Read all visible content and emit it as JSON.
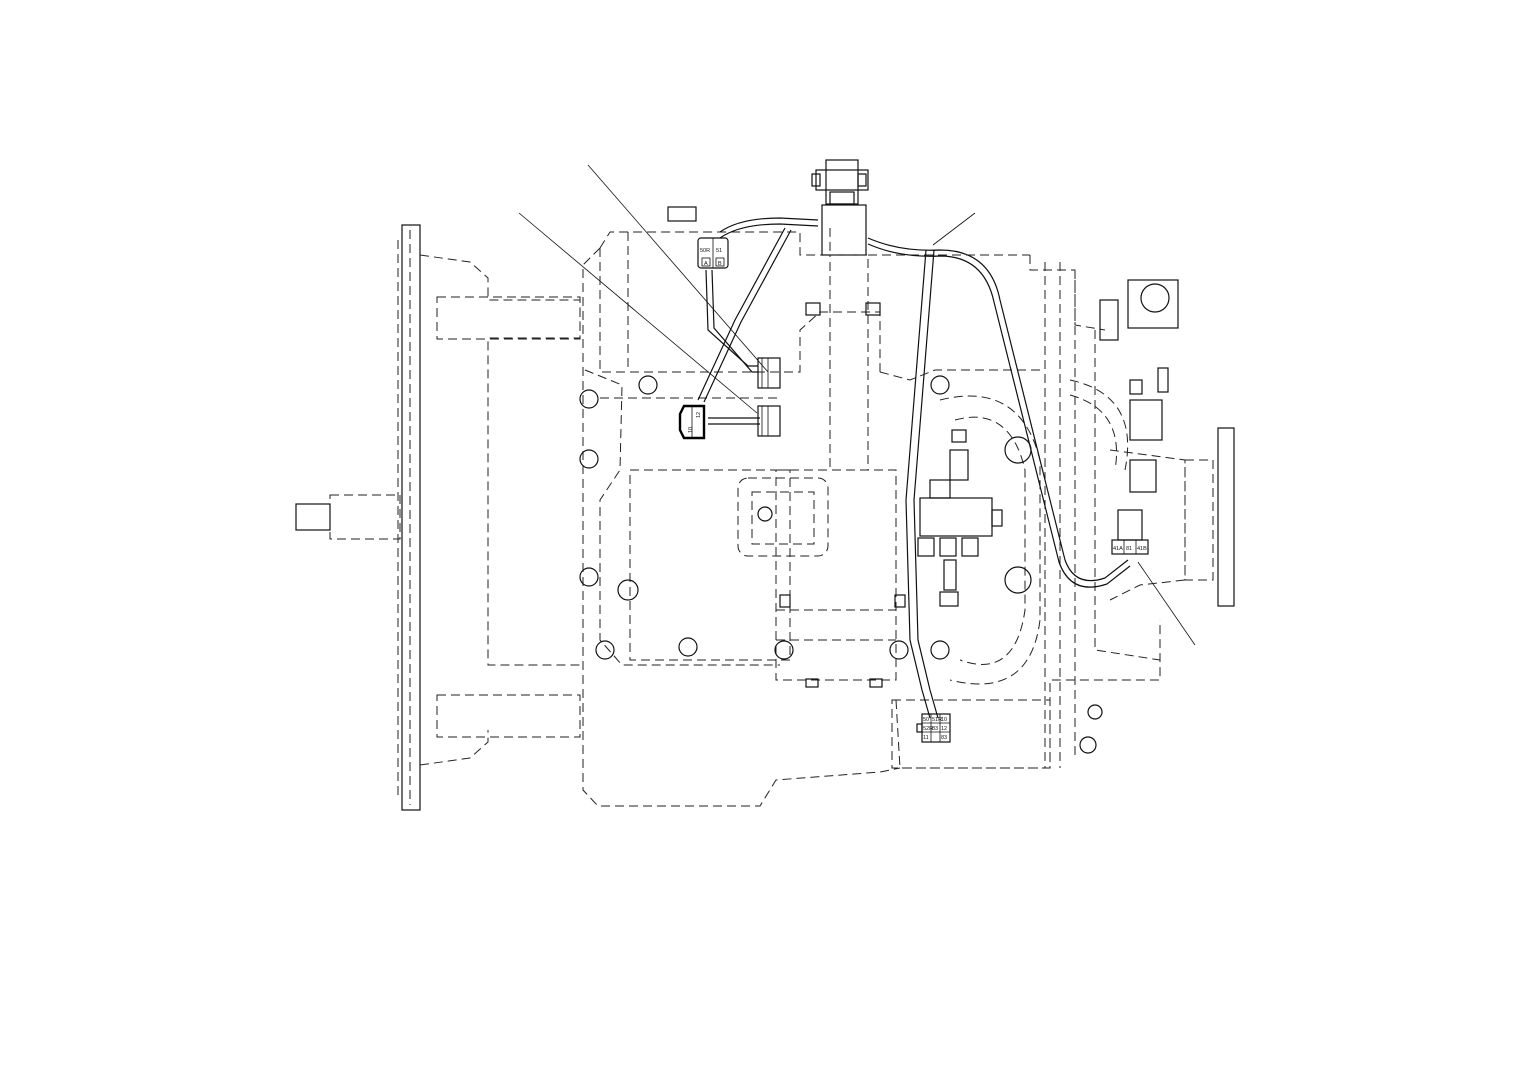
{
  "connectors": {
    "top": {
      "pins": [
        "50R",
        "51"
      ],
      "small": [
        "A",
        "B"
      ]
    },
    "left": {
      "pins": [
        "10",
        "12"
      ]
    },
    "right": {
      "pins": [
        "41A",
        "81",
        "41B"
      ]
    },
    "bottom": {
      "pins": [
        "50",
        "51R",
        "10",
        "52R",
        "83",
        "12",
        "11",
        "83"
      ]
    }
  }
}
